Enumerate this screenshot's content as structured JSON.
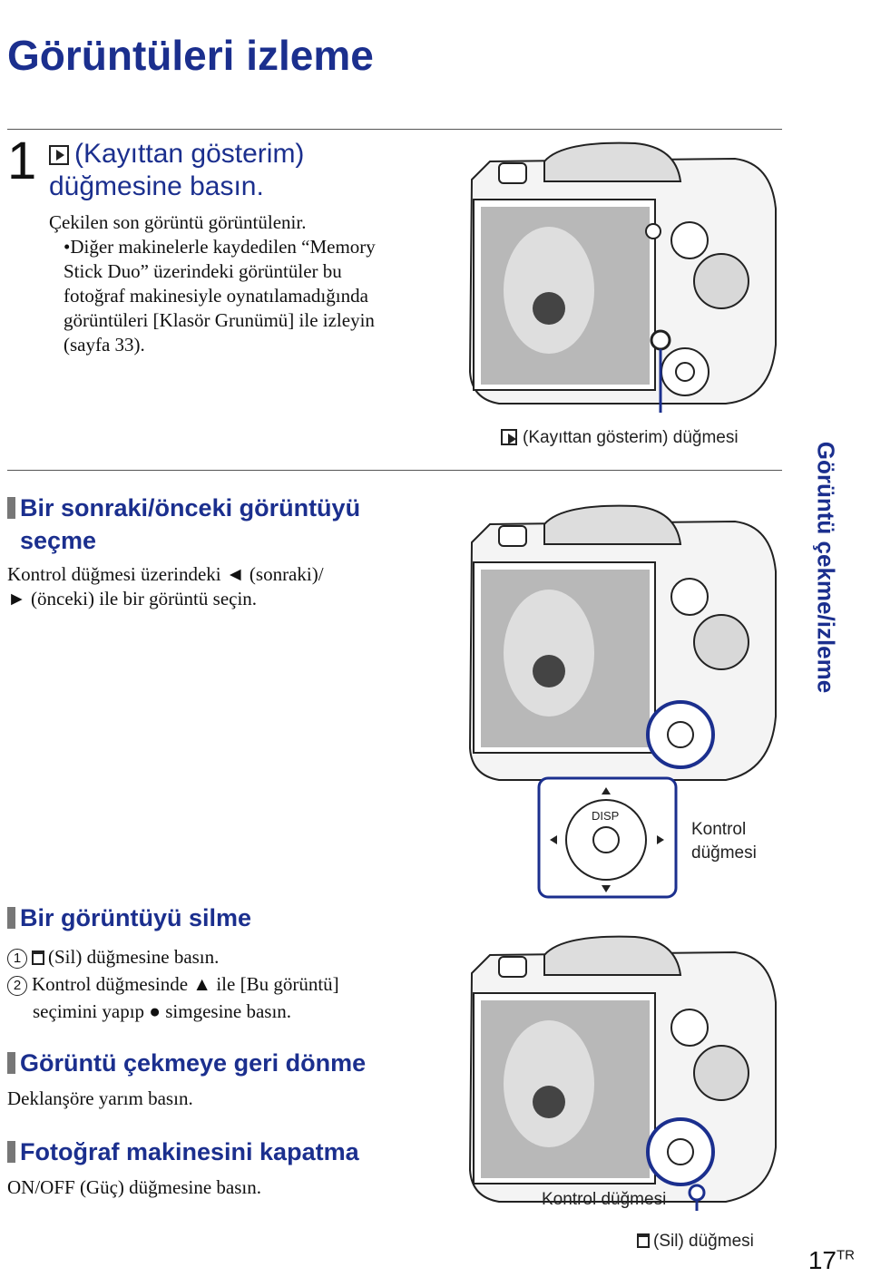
{
  "page_title": "Görüntüleri izleme",
  "step1": {
    "number": "1",
    "line1": "(Kayıttan gösterim)",
    "line2": "düğmesine basın.",
    "desc": "Çekilen son görüntü görüntülenir.",
    "bullet_lines": [
      "•Diğer makinelerle kaydedilen “Memory",
      "Stick Duo” üzerindeki görüntüler bu",
      "fotoğraf makinesiyle oynatılamadığında",
      "görüntüleri [Klasör Grunümü] ile izleyin",
      "(sayfa 33)."
    ]
  },
  "caption_play": "(Kayıttan gösterim) düğmesi",
  "section_next": {
    "title_line1": "Bir sonraki/önceki görüntüyü",
    "title_line2": "seçme",
    "body_line1": "Kontrol düğmesi üzerindeki ◄ (sonraki)/",
    "body_line2": "► (önceki) ile bir görüntü seçin."
  },
  "control_label_line1": "Kontrol",
  "control_label_line2": "düğmesi",
  "disp_label": "DISP",
  "section_delete": {
    "title": "Bir görüntüyü silme",
    "step1_num": "1",
    "step1": "(Sil) düğmesine basın.",
    "step2_num": "2",
    "step2_line1": "Kontrol düğmesinde ▲ ile [Bu görüntü]",
    "step2_line2": "seçimini yapıp ● simgesine basın."
  },
  "section_return": {
    "title": "Görüntü çekmeye geri dönme",
    "body": "Deklanşöre yarım basın."
  },
  "section_off": {
    "title": "Fotoğraf makinesini kapatma",
    "body": "ON/OFF (Güç) düğmesine basın."
  },
  "caption_control": "Kontrol düğmesi",
  "caption_delete": "(Sil) düğmesi",
  "side_tab": "Görüntü çekme/izleme",
  "page_number": "17",
  "page_suffix": "TR"
}
